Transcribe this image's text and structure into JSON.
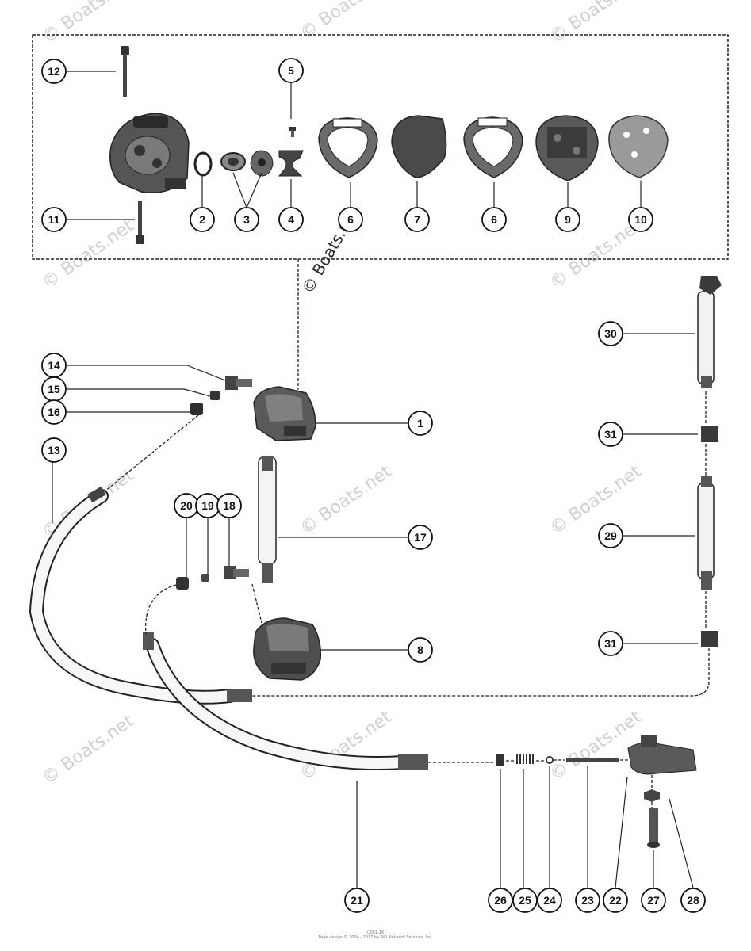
{
  "watermark": "© Boats.net",
  "callouts": {
    "c1": "1",
    "c2": "2",
    "c3": "3",
    "c4": "4",
    "c5": "5",
    "c6a": "6",
    "c6b": "6",
    "c7": "7",
    "c8": "8",
    "c9": "9",
    "c10": "10",
    "c11": "11",
    "c12": "12",
    "c13": "13",
    "c14": "14",
    "c15": "15",
    "c16": "16",
    "c17": "17",
    "c18": "18",
    "c19": "19",
    "c20": "20",
    "c21": "21",
    "c22": "22",
    "c23": "23",
    "c24": "24",
    "c25": "25",
    "c26": "26",
    "c27": "27",
    "c28": "28",
    "c29": "29",
    "c30": "30",
    "c31a": "31",
    "c31b": "31"
  },
  "footer": {
    "line1": "C061-16",
    "line2": "Page design © 2004 - 2017 by ARI Network Services, Inc."
  }
}
